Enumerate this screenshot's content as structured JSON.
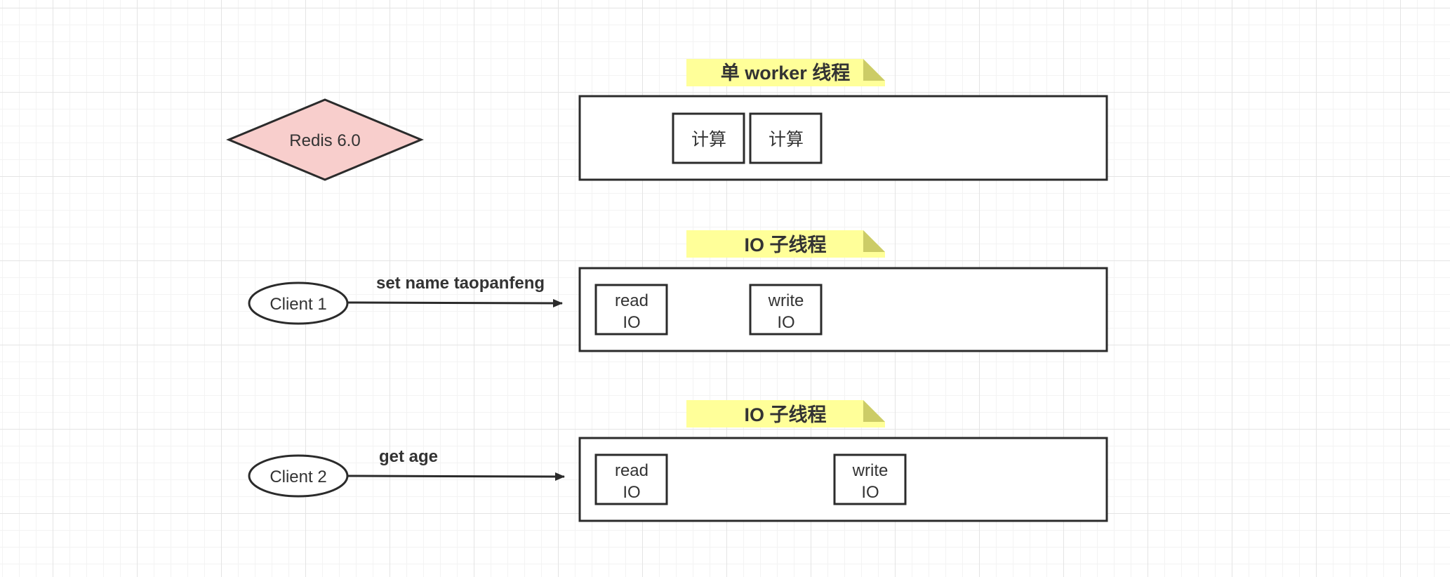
{
  "diagram": {
    "main_node": "Redis 6.0",
    "worker": {
      "title": "单 worker 线程",
      "tasks": [
        "计算",
        "计算"
      ]
    },
    "io_threads": [
      {
        "title": "IO 子线程",
        "read_line1": "read",
        "read_line2": "IO",
        "write_line1": "write",
        "write_line2": "IO"
      },
      {
        "title": "IO 子线程",
        "read_line1": "read",
        "read_line2": "IO",
        "write_line1": "write",
        "write_line2": "IO"
      }
    ],
    "clients": [
      {
        "label": "Client 1",
        "command": "set name taopanfeng"
      },
      {
        "label": "Client 2",
        "command": "get age"
      }
    ]
  },
  "colors": {
    "diamond_fill": "#f8cecc",
    "note_fill": "#ffff99",
    "note_fold": "#cccc66",
    "stroke": "#2b2b2b"
  }
}
